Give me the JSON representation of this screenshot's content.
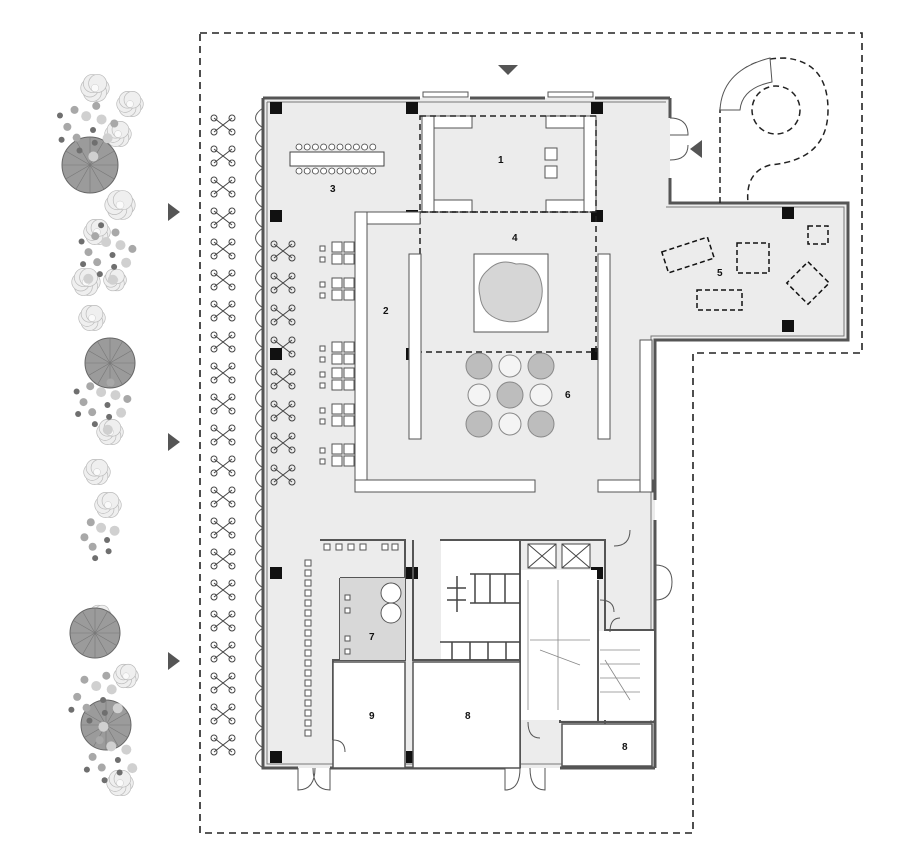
{
  "labels": {
    "r1": "1",
    "r2": "2",
    "r3": "3",
    "r4": "4",
    "r5": "5",
    "r6": "6",
    "r7": "7",
    "r8a": "8",
    "r8b": "8",
    "r9": "9"
  },
  "colors": {
    "floor": "#ececec",
    "wall": "#555555",
    "column": "#111111",
    "tree_dark": "#8f8f8f",
    "tree_light": "#e6e6e6",
    "accent_dot": "#6f6f6f",
    "arrow": "#555555"
  },
  "icons": {
    "entrance_arrow": "triangle-arrow-icon",
    "tree": "tree-canopy-icon",
    "shrub": "shrub-icon",
    "column": "column-square-icon",
    "elevator": "elevator-cross-icon"
  }
}
